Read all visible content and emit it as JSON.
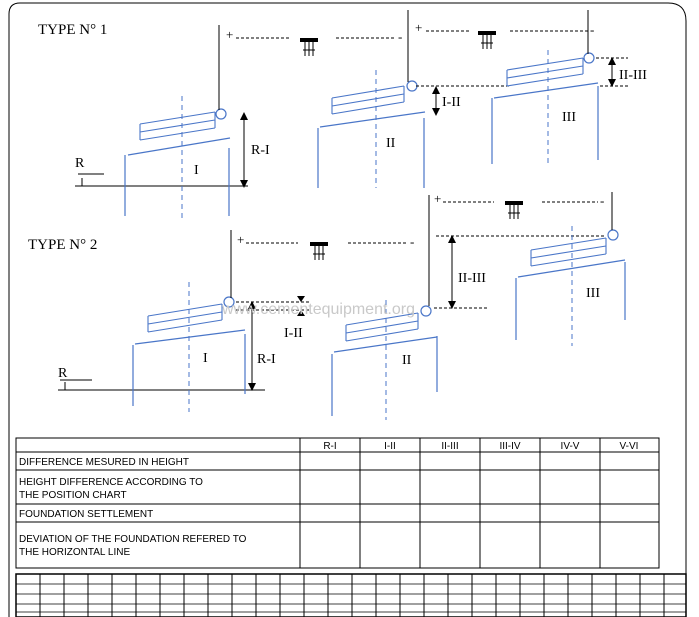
{
  "type1": {
    "title": "TYPE N° 1",
    "ref_label": "R",
    "piers": [
      "I",
      "II",
      "III"
    ],
    "dims": [
      "R-I",
      "I-II",
      "II-III"
    ],
    "plus": "+",
    "minus": "-"
  },
  "type2": {
    "title": "TYPE N° 2",
    "ref_label": "R",
    "piers": [
      "I",
      "II",
      "III"
    ],
    "dims": [
      "R-I",
      "I-II",
      "II-III"
    ],
    "plus": "+",
    "minus": "-"
  },
  "watermark": "www.cementequipment.org",
  "table": {
    "columns": [
      "R-I",
      "I-II",
      "II-III",
      "III-IV",
      "IV-V",
      "V-VI"
    ],
    "rows": [
      [
        "DIFFERENCE MESURED IN HEIGHT"
      ],
      [
        "HEIGHT DIFFERENCE ACCORDING TO",
        "THE POSITION CHART"
      ],
      [
        "FOUNDATION SETTLEMENT"
      ],
      [
        "DEVIATION OF THE FOUNDATION REFERED  TO",
        "THE HORIZONTAL LINE"
      ]
    ]
  }
}
